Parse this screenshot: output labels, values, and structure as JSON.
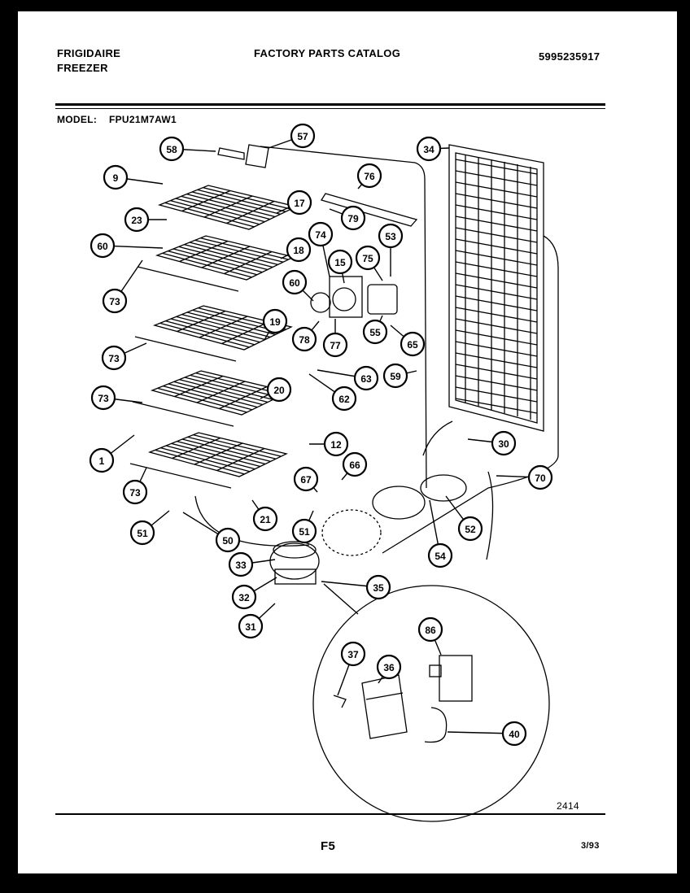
{
  "header": {
    "brand": "FRIGIDAIRE",
    "product": "FREEZER",
    "catalog_title": "FACTORY PARTS CATALOG",
    "catalog_number": "5995235917"
  },
  "model": {
    "label": "MODEL:",
    "value": "FPU21M7AW1"
  },
  "callouts": [
    "57",
    "58",
    "9",
    "76",
    "34",
    "17",
    "79",
    "23",
    "18",
    "74",
    "53",
    "15",
    "75",
    "60",
    "60",
    "73",
    "19",
    "78",
    "77",
    "55",
    "65",
    "73",
    "63",
    "59",
    "20",
    "62",
    "73",
    "1",
    "12",
    "30",
    "66",
    "67",
    "70",
    "73",
    "52",
    "21",
    "51",
    "51",
    "50",
    "54",
    "33",
    "32",
    "35",
    "31",
    "86",
    "37",
    "36",
    "40"
  ],
  "footer": {
    "drawing_number": "2414",
    "page": "F5",
    "date": "3/93"
  }
}
